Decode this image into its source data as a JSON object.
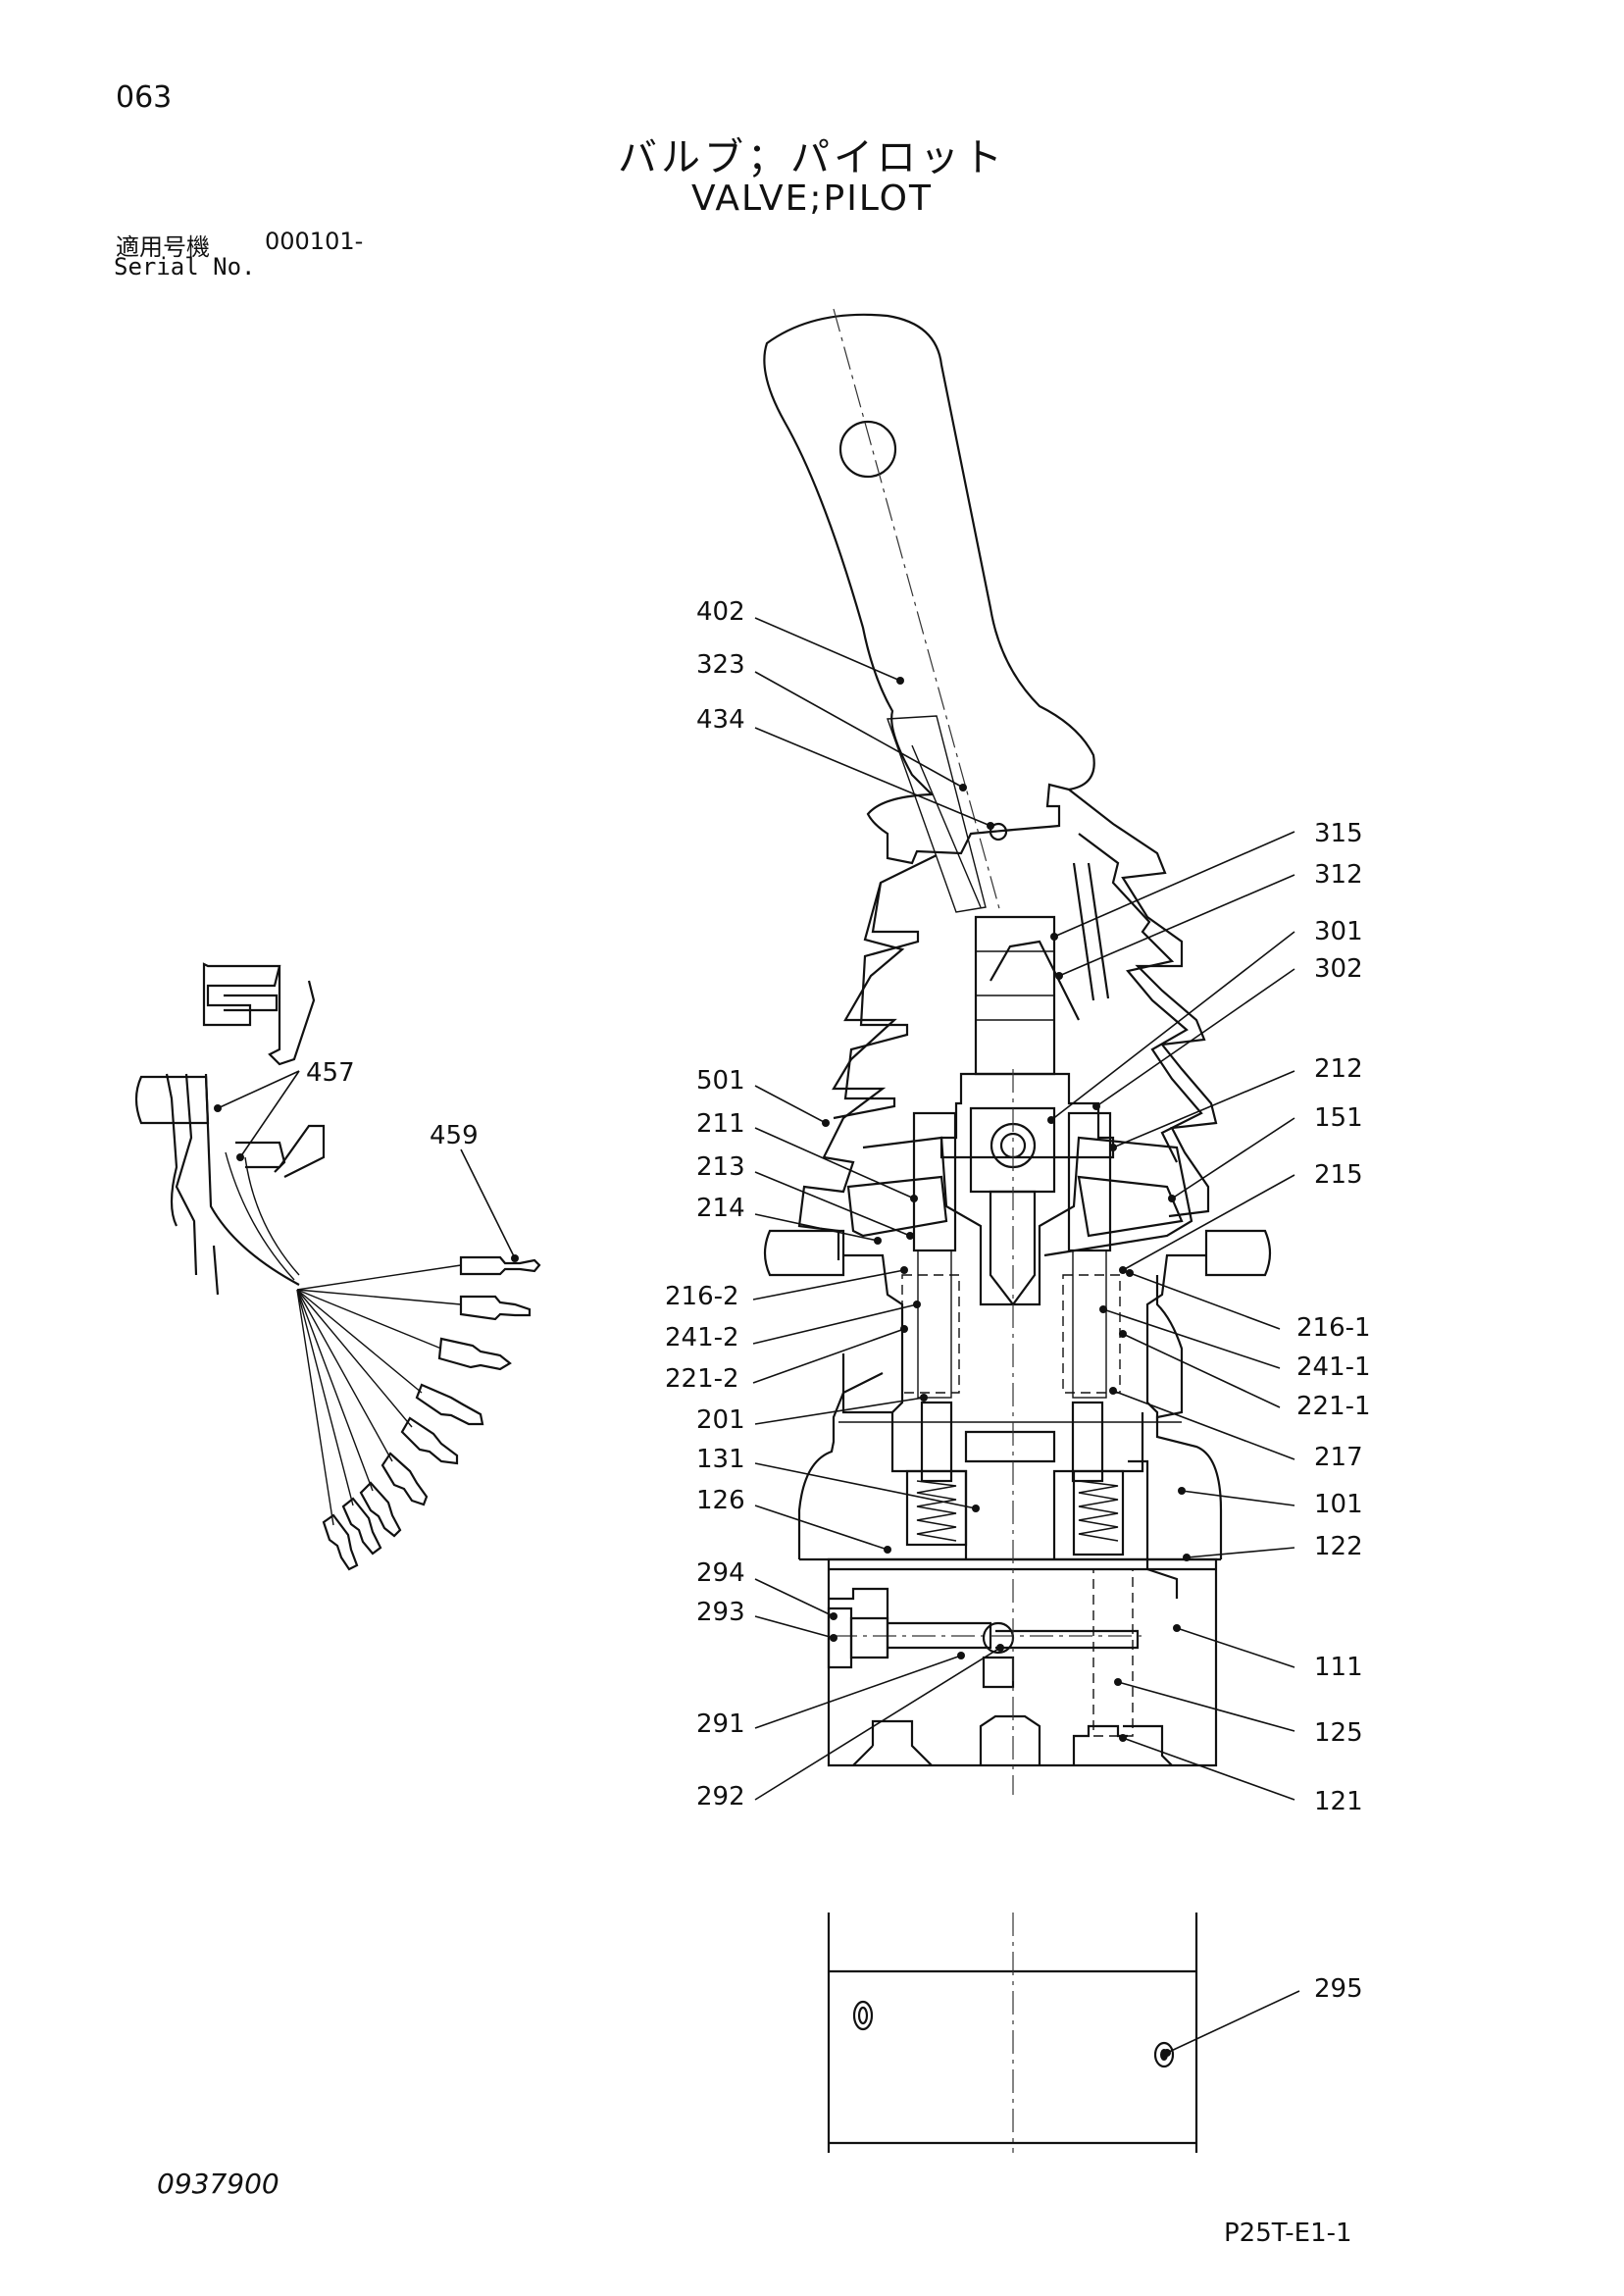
{
  "header": {
    "page_number": "063",
    "title_jp": "バルブ；パイロット",
    "title_en": "VALVE;PILOT",
    "serial_label_jp": "適用号機",
    "serial_label_en": "Serial No.",
    "serial_value": "000101-"
  },
  "footer": {
    "document_number": "0937900",
    "figure_code": "P25T-E1-1"
  },
  "part_labels": {
    "p402": "402",
    "p323": "323",
    "p434": "434",
    "p315": "315",
    "p312": "312",
    "p301": "301",
    "p302": "302",
    "p212": "212",
    "p151": "151",
    "p215": "215",
    "p501": "501",
    "p211": "211",
    "p213": "213",
    "p214": "214",
    "p216_2": "216-2",
    "p241_2": "241-2",
    "p221_2": "221-2",
    "p201": "201",
    "p131": "131",
    "p126": "126",
    "p294": "294",
    "p293": "293",
    "p291": "291",
    "p292": "292",
    "p216_1": "216-1",
    "p241_1": "241-1",
    "p221_1": "221-1",
    "p217": "217",
    "p101": "101",
    "p122": "122",
    "p111": "111",
    "p125": "125",
    "p121": "121",
    "p295": "295",
    "p457": "457",
    "p459": "459"
  }
}
